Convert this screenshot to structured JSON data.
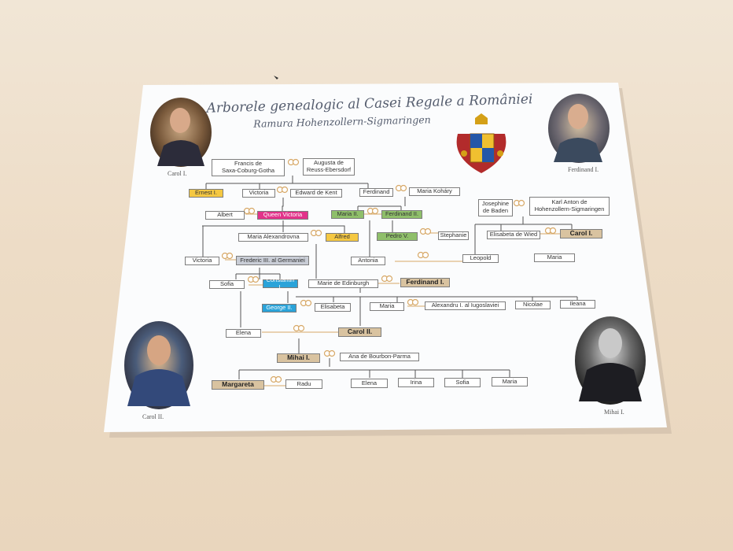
{
  "header": {
    "title": "Arborele genealogic al Casei Regale a României",
    "subtitle": "Ramura Hohenzollern-Sigmaringen"
  },
  "portraits": {
    "top_left": "Carol I.",
    "top_right": "Ferdinand I.",
    "bottom_left": "Carol II.",
    "bottom_right": "Mihai I."
  },
  "people": {
    "francis": "Francis de\nSaxa-Coburg-Gotha",
    "augusta": "Augusta de\nReuss-Ebersdorf",
    "ernest": "Ernest I.",
    "victoria1": "Victoria",
    "edward": "Edward de Kent",
    "ferdinand_s": "Ferdinand",
    "maria_kohary": "Maria Koháry",
    "albert": "Albert",
    "queen_victoria": "Queen Victoria",
    "maria_ii": "Maria II.",
    "ferdinand_ii": "Ferdinand II.",
    "josephine": "Josephine\nde Baden",
    "karl_anton": "Karl Anton de\nHohenzollern-Sigmaringen",
    "maria_alexandrovna": "Maria Alexandrovna",
    "alfred": "Alfred",
    "pedro": "Pedro V.",
    "stephanie": "Stephanie",
    "elisabeta_wied": "Elisabeta de Wied",
    "carol_i": "Carol I.",
    "victoria2": "Victoria",
    "frederic": "Frederic III. al Germaniei",
    "antonia": "Antonia",
    "leopold": "Leopold",
    "maria_ci": "Maria",
    "sofia1": "Sofia",
    "constantin": "Constantin I.",
    "marie_edinburgh": "Marie de Edinburgh",
    "ferdinand_i": "Ferdinand I.",
    "george": "George II.",
    "elisabeta": "Elisabeta",
    "maria2": "Maria",
    "alexandru": "Alexandru I. al Iugoslaviei",
    "nicolae": "Nicolae",
    "ileana": "Ileana",
    "elena1": "Elena",
    "carol_ii": "Carol II.",
    "mihai": "Mihai I.",
    "ana": "Ana de Bourbon-Parma",
    "margareta": "Margareta",
    "radu": "Radu",
    "elena2": "Elena",
    "irina": "Irina",
    "sofia2": "Sofia",
    "maria3": "Maria"
  },
  "colors": {
    "yellow": "#f5c842",
    "pink": "#e2338a",
    "green": "#8fbf6a",
    "blue": "#2aa3d9",
    "grey": "#c9cdd6",
    "tan": "#d9c3a0",
    "marriage_line": "#d7a968"
  }
}
